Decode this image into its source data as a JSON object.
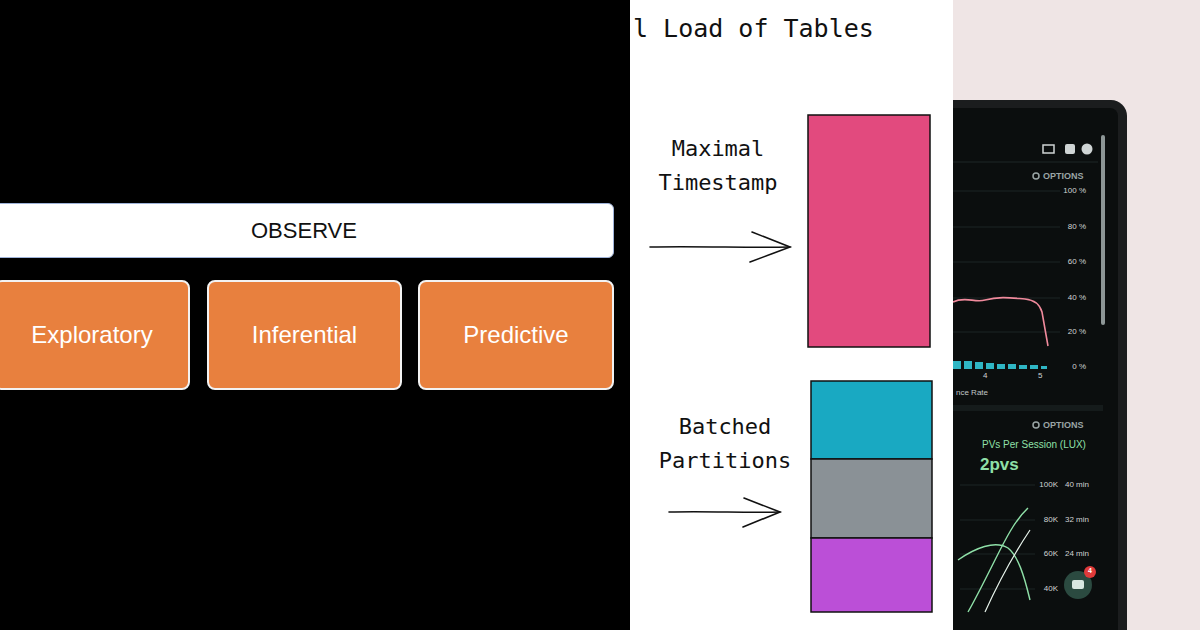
{
  "diagram": {
    "nodes": [
      {
        "text": [
          "OBSERVE"
        ]
      },
      {
        "text": [
          "Exploratory"
        ]
      },
      {
        "text": [
          "Inferential"
        ]
      },
      {
        "text": [
          "Predictive"
        ]
      }
    ],
    "labels": [
      "l Load of Tables",
      "Maximal Timestamp",
      "Batched Partitions",
      "OPTIONS",
      "100 %",
      "80 %",
      "60 %",
      "40 %",
      "20 %",
      "0 %",
      "4",
      "5",
      "nce Rate",
      "OPTIONS",
      "PVs Per Session (LUX)",
      "2pvs",
      "100K",
      "40 min",
      "80K",
      "32 min",
      "60K",
      "24 min",
      "40K",
      "4"
    ]
  }
}
